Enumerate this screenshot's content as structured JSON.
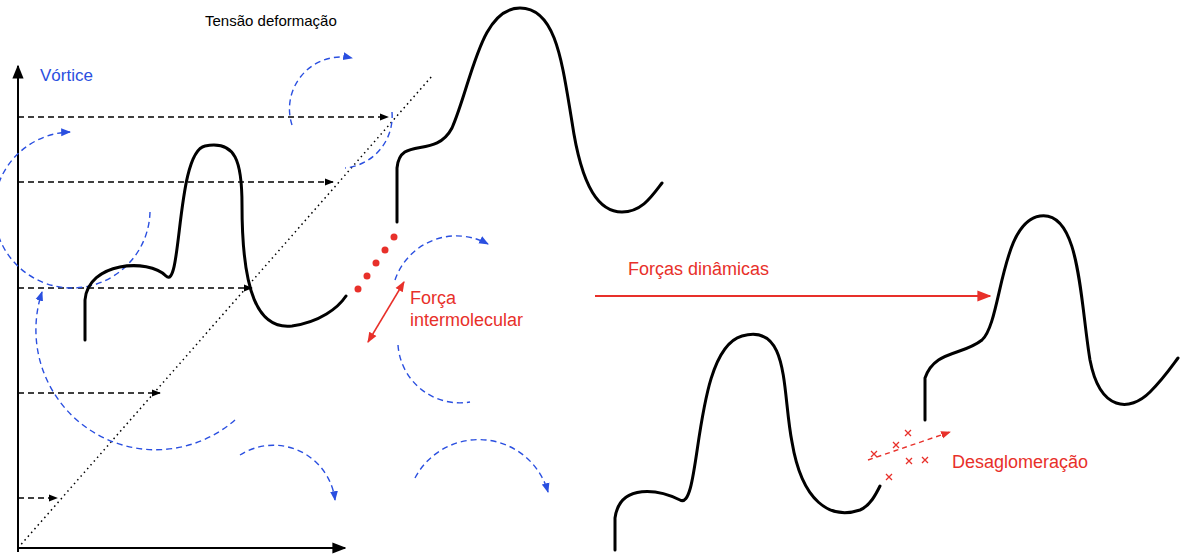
{
  "diagram": {
    "labels": [
      "Tensão deformação",
      "Vórtice",
      "Força intermolecular",
      "Forças dinâmicas",
      "Desaglomeração"
    ]
  }
}
